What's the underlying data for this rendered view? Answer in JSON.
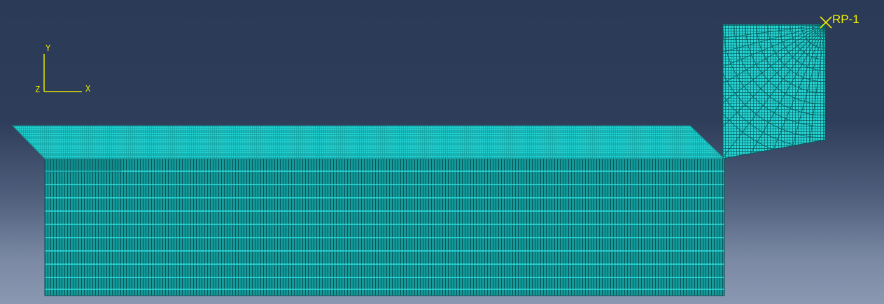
{
  "viewport": {
    "background_top": "#2b3a57",
    "background_bottom": "#8b98b2",
    "mesh_color": "#1fd0d0",
    "mesh_line_color": "#0a3a3a",
    "annotation_color": "#f0f000"
  },
  "triad": {
    "y_label": "Y",
    "x_label": "X",
    "z_label": "Z"
  },
  "reference_point": {
    "label": "RP-1",
    "marker_icon": "x-cross-icon"
  }
}
